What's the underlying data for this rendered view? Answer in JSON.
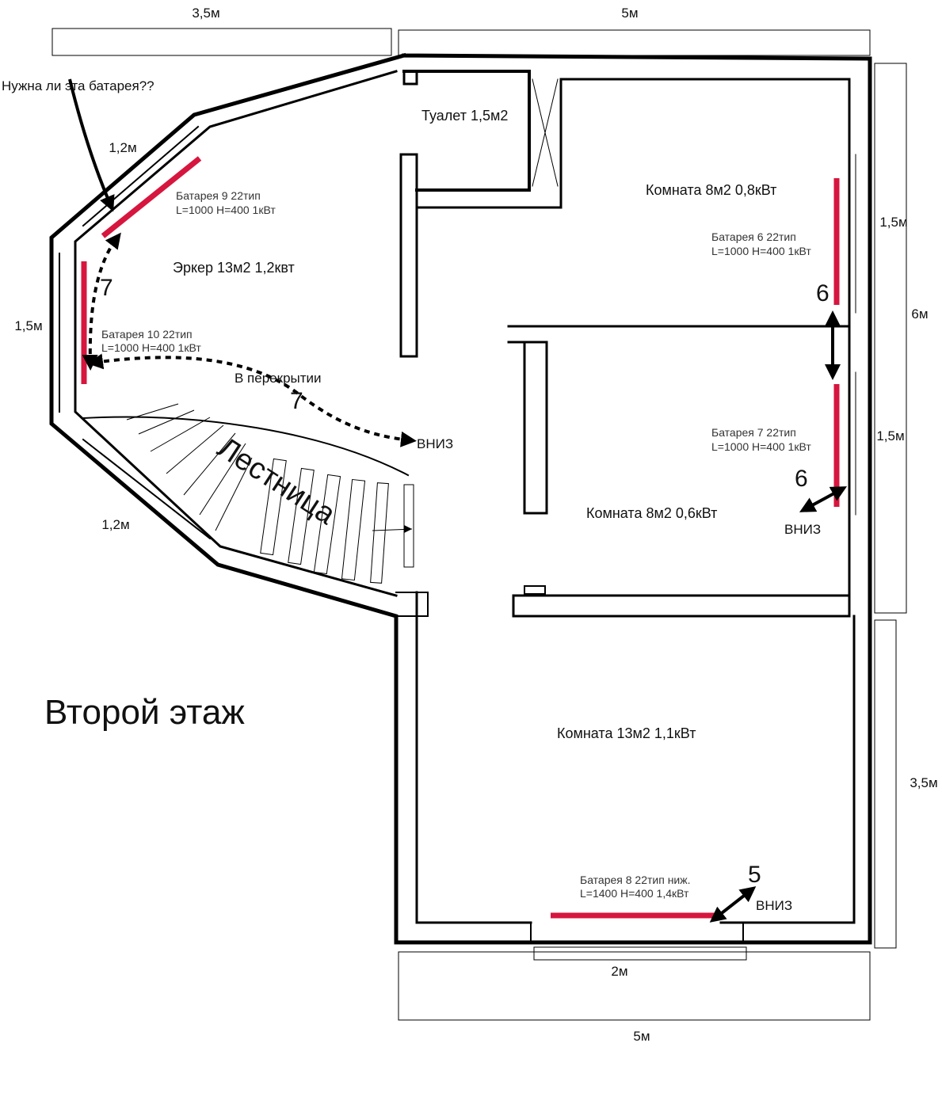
{
  "title": "Второй этаж",
  "question": "Нужна ли эта батарея??",
  "staircase_label": "Лестница",
  "dimensions": {
    "top_left": "3,5м",
    "top_right": "5м",
    "bay_upper": "1,2м",
    "bay_side": "1,5м",
    "bay_lower": "1,2м",
    "right_upper": "1,5м",
    "right_total": "6м",
    "right_middle": "1,5м",
    "right_lower": "3,5м",
    "bottom_window": "2м",
    "bottom": "5м"
  },
  "rooms": {
    "toilet": "Туалет 1,5м2",
    "room_upper": "Комната 8м2 0,8кВт",
    "bay": "Эркер 13м2 1,2квт",
    "room_middle": "Комната 8м2 0,6кВт",
    "room_lower": "Комната 13м2 1,1кВт"
  },
  "radiators": {
    "r9": {
      "name": "Батарея 9 22тип",
      "spec": "L=1000 H=400 1кВт"
    },
    "r10": {
      "name": "Батарея 10 22тип",
      "spec": "L=1000 H=400 1кВт"
    },
    "r6": {
      "name": "Батарея 6 22тип",
      "spec": "L=1000 H=400 1кВт"
    },
    "r7": {
      "name": "Батарея 7 22тип",
      "spec": "L=1000 H=400 1кВт"
    },
    "r8": {
      "name": "Батарея 8 22тип ниж.",
      "spec": "L=1400 H=400 1,4кВт"
    }
  },
  "pipes": {
    "in_ceiling": "В перекрытии",
    "down": "ВНИЗ",
    "num_5": "5",
    "num_6": "6",
    "num_7": "7"
  },
  "colors": {
    "radiator": "#d6163e",
    "wall": "#000000"
  }
}
